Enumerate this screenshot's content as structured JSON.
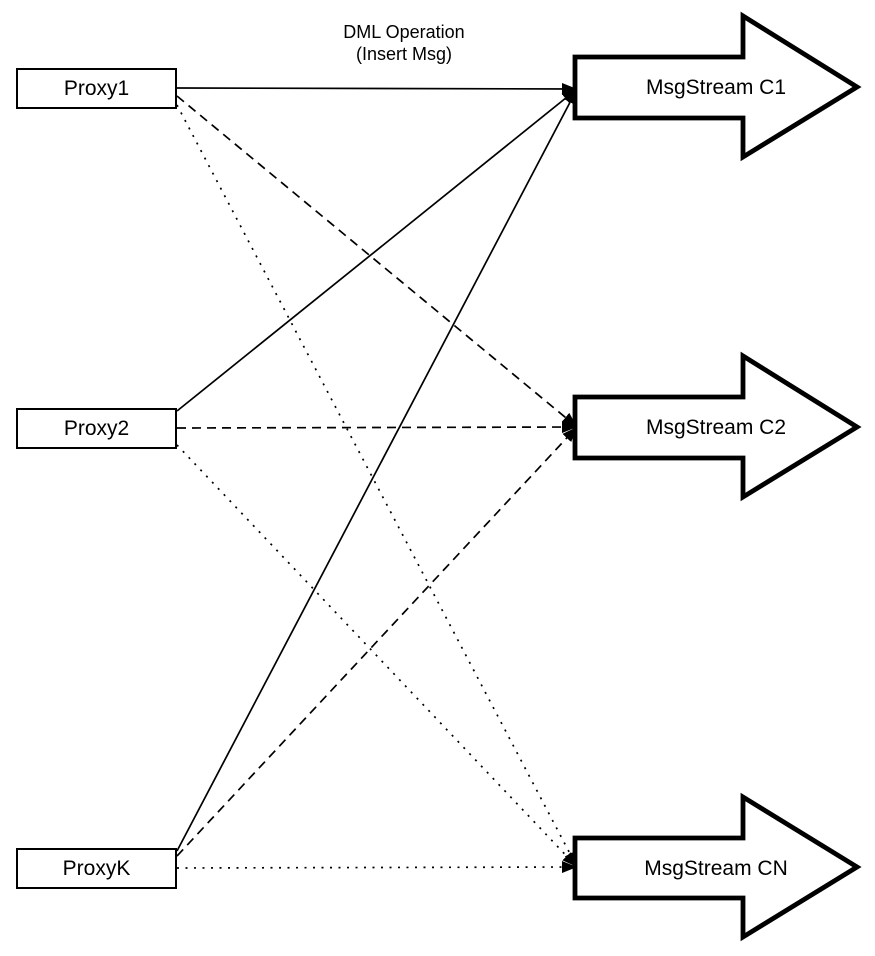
{
  "title": {
    "line1": "DML Operation",
    "line2": "(Insert Msg)"
  },
  "proxies": [
    {
      "id": "proxy1",
      "label": "Proxy1"
    },
    {
      "id": "proxy2",
      "label": "Proxy2"
    },
    {
      "id": "proxyk",
      "label": "ProxyK"
    }
  ],
  "streams": [
    {
      "id": "c1",
      "label": "MsgStream C1"
    },
    {
      "id": "c2",
      "label": "MsgStream C2"
    },
    {
      "id": "cn",
      "label": "MsgStream CN"
    }
  ],
  "edges": [
    {
      "from": "proxy1",
      "to": "c1",
      "style": "solid"
    },
    {
      "from": "proxy1",
      "to": "c2",
      "style": "dashed"
    },
    {
      "from": "proxy1",
      "to": "cn",
      "style": "dotted"
    },
    {
      "from": "proxy2",
      "to": "c1",
      "style": "solid"
    },
    {
      "from": "proxy2",
      "to": "c2",
      "style": "dashed"
    },
    {
      "from": "proxy2",
      "to": "cn",
      "style": "dotted"
    },
    {
      "from": "proxyk",
      "to": "c1",
      "style": "solid"
    },
    {
      "from": "proxyk",
      "to": "c2",
      "style": "dashed"
    },
    {
      "from": "proxyk",
      "to": "cn",
      "style": "dotted"
    }
  ],
  "colors": {
    "line": "#000000",
    "background": "#ffffff",
    "shape_fill": "#ffffff"
  }
}
